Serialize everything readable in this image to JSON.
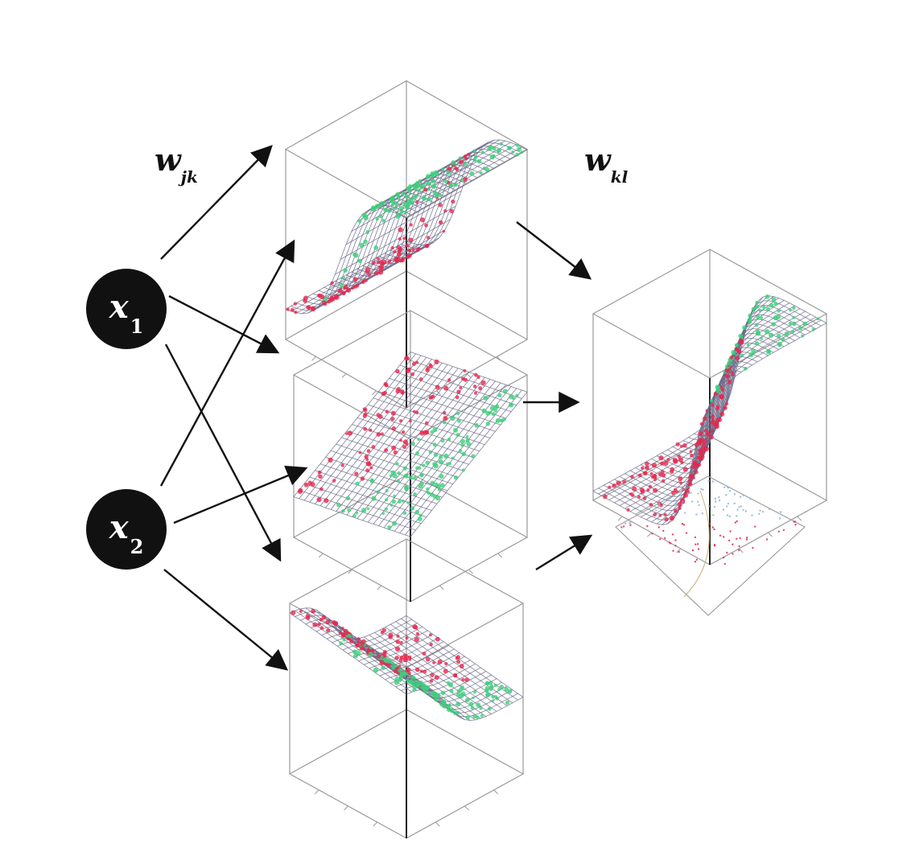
{
  "inputs": [
    {
      "name": "x",
      "sub": "1"
    },
    {
      "name": "x",
      "sub": "2"
    }
  ],
  "weights": {
    "input_hidden": {
      "name": "w",
      "sub": "jk"
    },
    "hidden_output": {
      "name": "w",
      "sub": "kl"
    }
  },
  "colors": {
    "node_fill": "#111111",
    "arrow": "#111111",
    "mesh": "#6a6a8a",
    "point_red": "#e8264b",
    "point_green": "#3ccf7a",
    "box": "#9a9a9a"
  },
  "surfaces": {
    "hidden": [
      "ridge",
      "slope",
      "valley"
    ],
    "output": [
      "step"
    ]
  }
}
